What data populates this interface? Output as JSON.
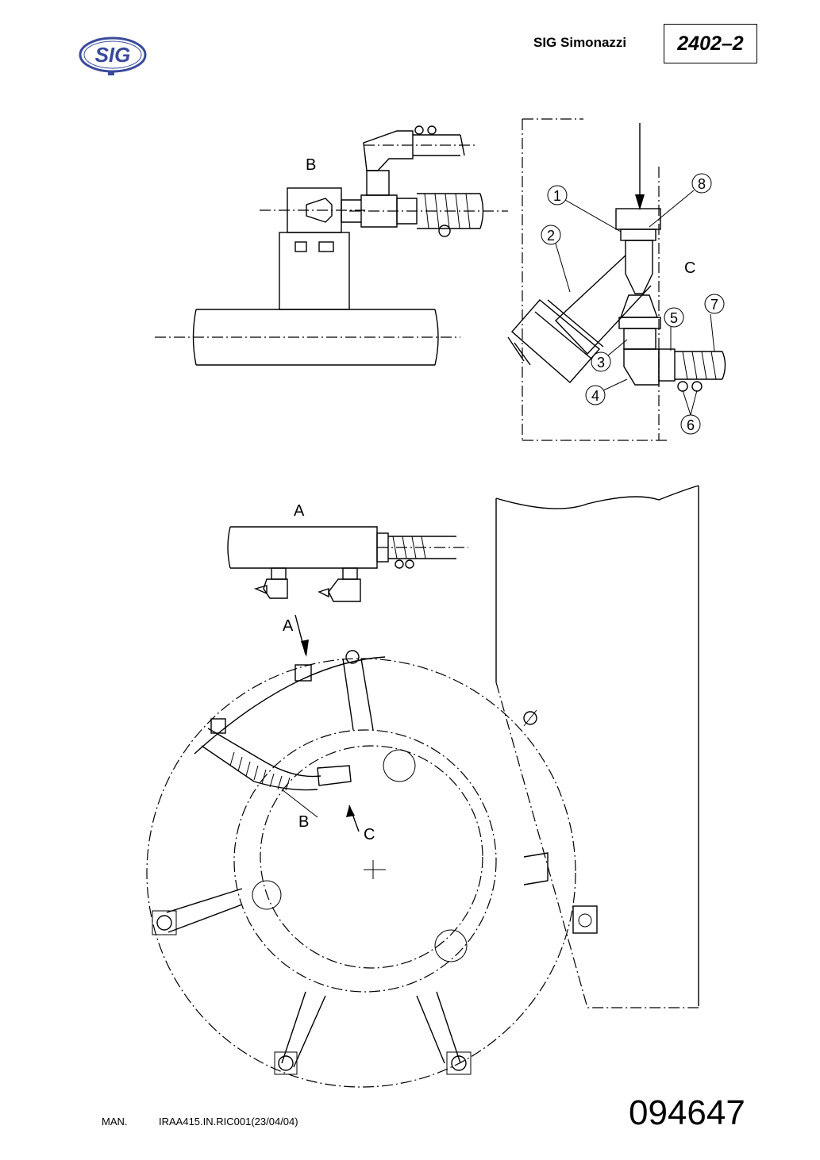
{
  "header": {
    "logo_text": "SIG",
    "brand": "SIG Simonazzi",
    "doc_id": "2402–2"
  },
  "drawing": {
    "view_labels": {
      "b_top": "B",
      "c_top": "C",
      "a_top": "A",
      "a_arrow": "A",
      "b_arrow": "B",
      "c_arrow": "C"
    },
    "callouts": [
      "1",
      "2",
      "3",
      "4",
      "5",
      "6",
      "7",
      "8"
    ]
  },
  "footer": {
    "man": "MAN.",
    "ref": "IRAA415.IN.RIC001(23/04/04)",
    "drawing_number": "094647"
  },
  "colors": {
    "logo_blue": "#3a4a9a",
    "ink": "#000000"
  }
}
